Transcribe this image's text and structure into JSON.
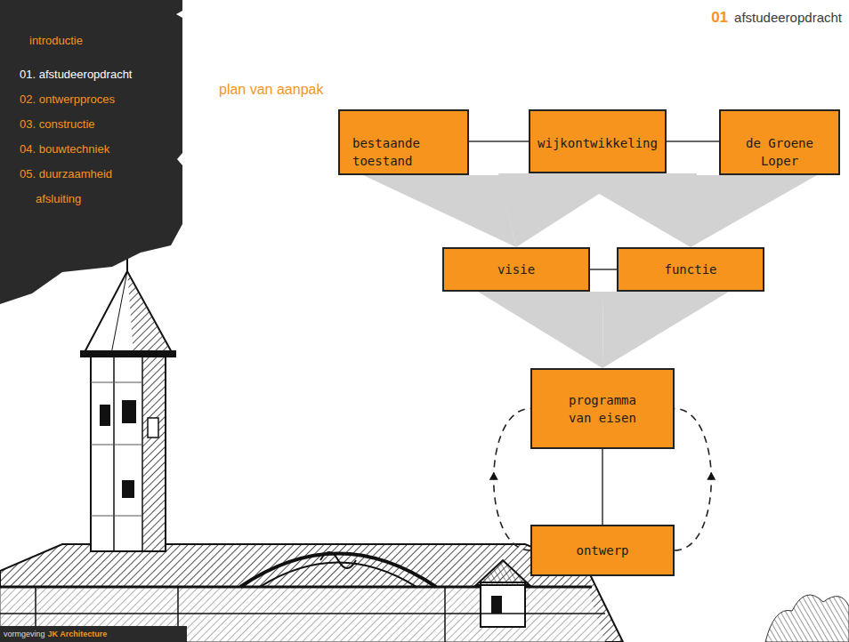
{
  "diagram": {
    "title": "plan van aanpak",
    "nodes": [
      {
        "text": [
          "bestaande toestand"
        ]
      },
      {
        "text": [
          "wijkontwikkeling"
        ]
      },
      {
        "text": [
          "de Groene Loper"
        ]
      },
      {
        "text": [
          "visie"
        ]
      },
      {
        "text": [
          "functie"
        ]
      },
      {
        "text": [
          "programma van eisen"
        ]
      },
      {
        "text": [
          "ontwerp"
        ]
      }
    ],
    "edges": [
      {
        "from": 0,
        "to": 1,
        "arrow": "none"
      },
      {
        "from": 1,
        "to": 2,
        "arrow": "none"
      },
      {
        "from": 0,
        "to": 3,
        "arrow": "none"
      },
      {
        "from": 1,
        "to": 3,
        "arrow": "none"
      },
      {
        "from": 1,
        "to": 4,
        "arrow": "none"
      },
      {
        "from": 2,
        "to": 4,
        "arrow": "none"
      },
      {
        "from": 3,
        "to": 4,
        "arrow": "none"
      },
      {
        "from": 3,
        "to": 5,
        "arrow": "none"
      },
      {
        "from": 4,
        "to": 5,
        "arrow": "none"
      },
      {
        "from": 5,
        "to": 6,
        "arrow": "none"
      },
      {
        "from": 6,
        "to": 5,
        "arrow": "to"
      },
      {
        "from": 6,
        "to": 5,
        "arrow": "to"
      }
    ],
    "labels": [
      "introductie",
      "01. afstudeeropdracht",
      "02. ontwerpproces",
      "03. constructie",
      "04. bouwtechniek",
      "05. duurzaamheid",
      "afsluiting",
      "01",
      "afstudeeropdracht",
      "vormgeving",
      "JK Architecture"
    ]
  }
}
